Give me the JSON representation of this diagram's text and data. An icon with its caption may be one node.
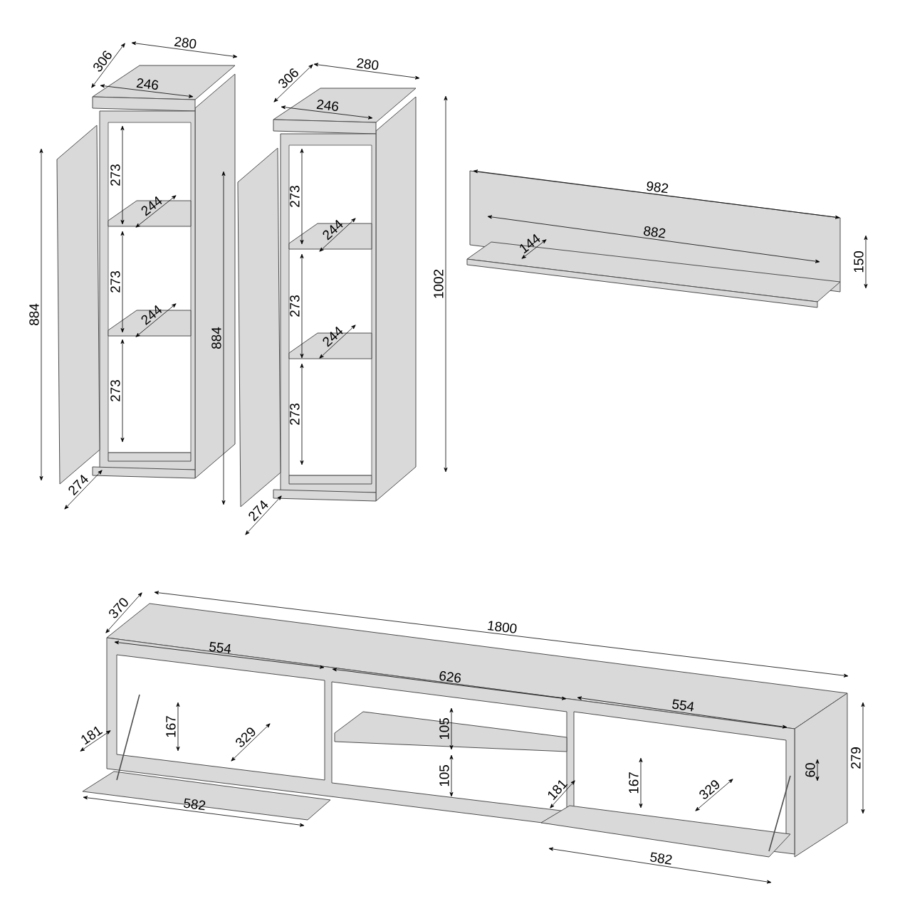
{
  "diagram": {
    "labels": [
      "306",
      "280",
      "246",
      "273",
      "244",
      "273",
      "244",
      "273",
      "884",
      "274",
      "306",
      "280",
      "246",
      "273",
      "244",
      "273",
      "244",
      "273",
      "884",
      "1002",
      "274",
      "982",
      "882",
      "144",
      "150",
      "370",
      "1800",
      "554",
      "626",
      "554",
      "181",
      "167",
      "329",
      "105",
      "105",
      "181",
      "167",
      "329",
      "60",
      "279",
      "582",
      "582"
    ]
  }
}
